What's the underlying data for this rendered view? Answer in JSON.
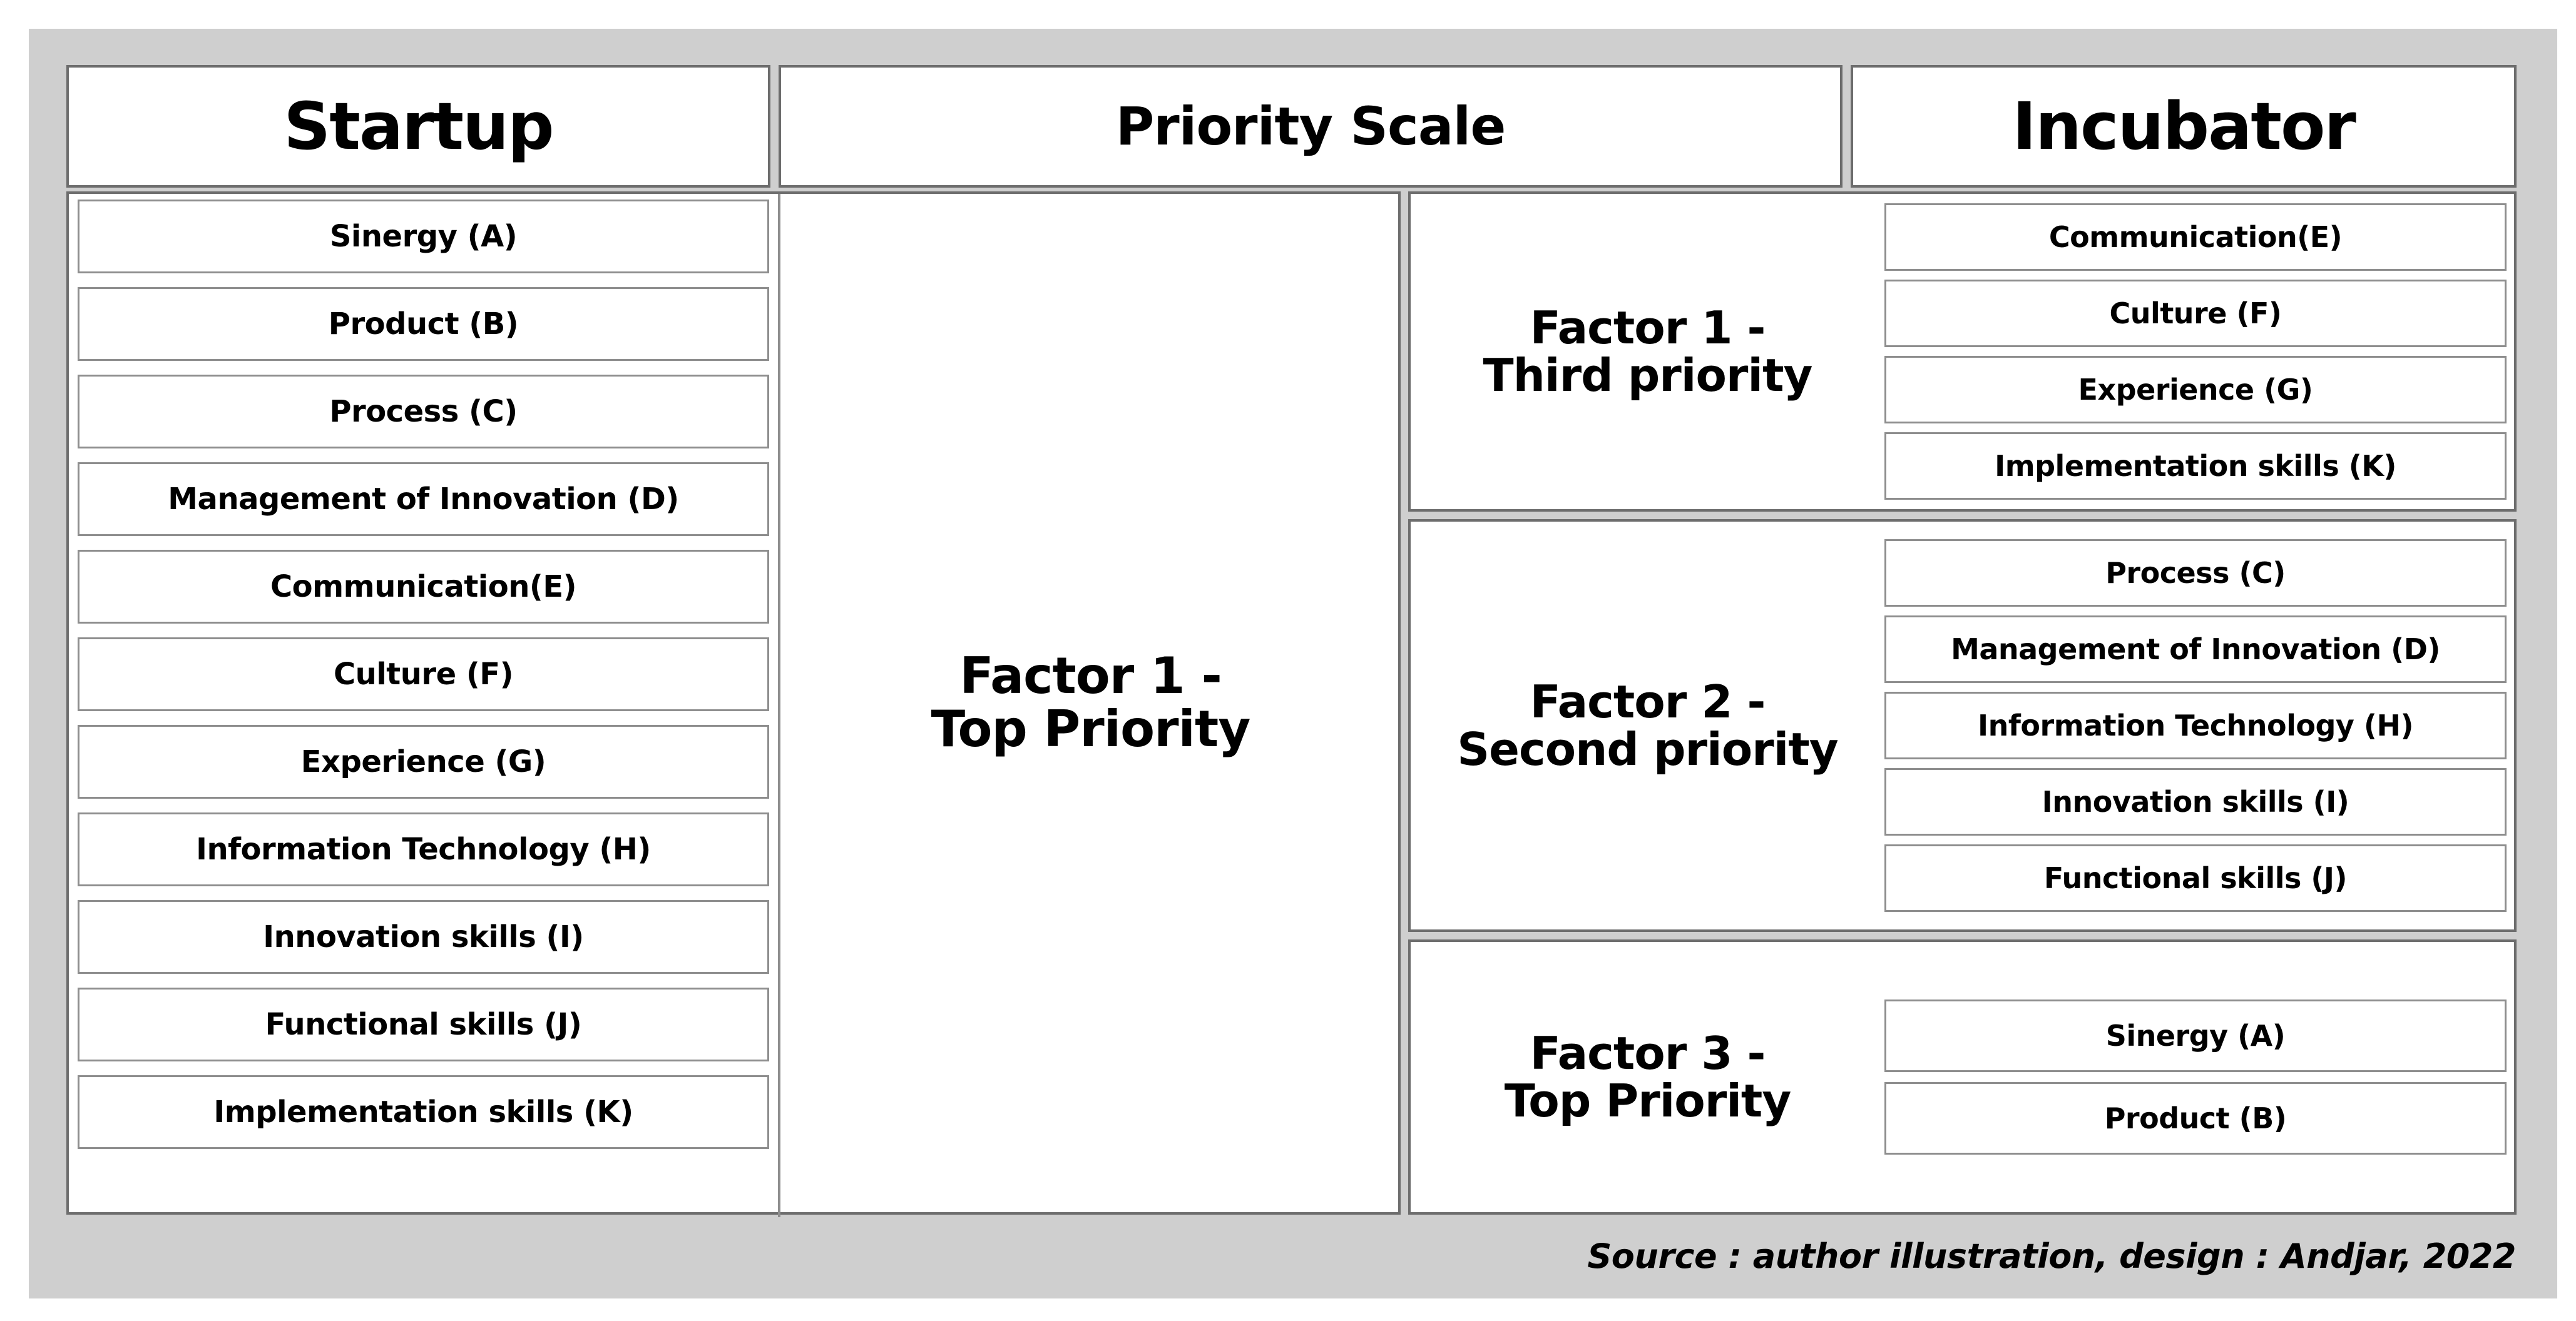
{
  "colors": {
    "page_background": "#ffffff",
    "canvas_background": "#cfcfcf",
    "panel_background": "#ffffff",
    "outer_border": "#6d6d6d",
    "item_border": "#8e8e8e",
    "text": "#000000"
  },
  "headers": {
    "left": "Startup",
    "center": "Priority Scale",
    "right": "Incubator"
  },
  "startup": {
    "items": [
      "Sinergy (A)",
      "Product (B)",
      "Process (C)",
      "Management of Innovation (D)",
      "Communication(E)",
      "Culture (F)",
      "Experience (G)",
      "Information Technology (H)",
      "Innovation skills (I)",
      "Functional skills (J)",
      "Implementation skills (K)"
    ]
  },
  "priority_scale": {
    "label_line1": "Factor 1 -",
    "label_line2": "Top Priority"
  },
  "incubator": {
    "factors": [
      {
        "label_line1": "Factor 1 -",
        "label_line2": "Third priority",
        "items": [
          "Communication(E)",
          "Culture (F)",
          "Experience (G)",
          "Implementation skills (K)"
        ]
      },
      {
        "label_line1": "Factor 2 -",
        "label_line2": "Second priority",
        "items": [
          "Process (C)",
          "Management of Innovation (D)",
          "Information Technology (H)",
          "Innovation skills (I)",
          "Functional skills (J)"
        ]
      },
      {
        "label_line1": "Factor 3 -",
        "label_line2": "Top Priority",
        "items": [
          "Sinergy (A)",
          "Product (B)"
        ]
      }
    ]
  },
  "source": "Source : author illustration, design : Andjar, 2022"
}
